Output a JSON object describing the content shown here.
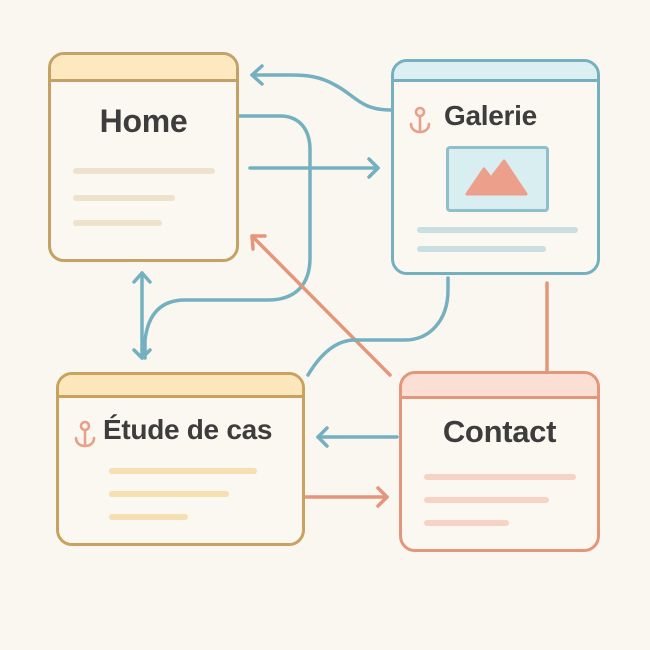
{
  "diagram": {
    "title": "Site map navigation flow",
    "background": "#faf6f0",
    "colors": {
      "blue": "#75b0c0",
      "salmon": "#e5957a",
      "gold": "#c4a265",
      "text": "#3d3d3d"
    }
  },
  "pages": [
    {
      "id": "home",
      "title": "Home",
      "has_anchor_icon": false,
      "border_color": "#c4a265",
      "header_color": "#fde8bf",
      "line_color": "#efe2cc",
      "content_lines": 3
    },
    {
      "id": "galerie",
      "title": "Galerie",
      "has_anchor_icon": true,
      "anchor_icon": "anchor-icon",
      "image_icon": "mountain-image-icon",
      "border_color": "#75b0c0",
      "header_color": "#dcf0f2",
      "line_color": "#c9dfe2",
      "content_lines": 2
    },
    {
      "id": "etude",
      "title": "Étude de cas",
      "has_anchor_icon": true,
      "anchor_icon": "anchor-icon",
      "border_color": "#c9a35d",
      "header_color": "#fde6bb",
      "line_color": "#f6dfb0",
      "content_lines": 3
    },
    {
      "id": "contact",
      "title": "Contact",
      "has_anchor_icon": false,
      "border_color": "#e5957a",
      "header_color": "#fcdfd4",
      "line_color": "#f7d3c6",
      "content_lines": 3
    }
  ],
  "connections": [
    {
      "from": "galerie",
      "to": "home",
      "color": "blue",
      "direction": "to-home"
    },
    {
      "from": "home",
      "to": "galerie",
      "color": "blue",
      "direction": "to-galerie"
    },
    {
      "from": "home",
      "to": "etude",
      "color": "blue",
      "direction": "to-etude"
    },
    {
      "from": "home",
      "to": "etude",
      "color": "blue",
      "direction": "bidirectional"
    },
    {
      "from": "contact",
      "to": "home",
      "color": "salmon",
      "direction": "to-home"
    },
    {
      "from": "galerie",
      "to": "etude",
      "color": "blue",
      "direction": "none"
    },
    {
      "from": "galerie",
      "to": "contact",
      "color": "salmon",
      "direction": "none"
    },
    {
      "from": "contact",
      "to": "etude",
      "color": "blue",
      "direction": "to-etude"
    },
    {
      "from": "etude",
      "to": "contact",
      "color": "salmon",
      "direction": "to-contact"
    }
  ]
}
